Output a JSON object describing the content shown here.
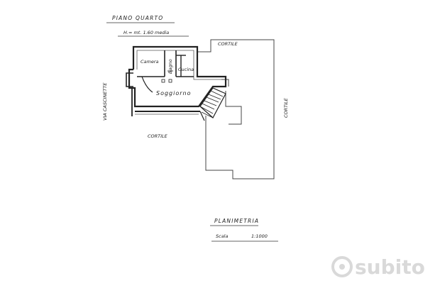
{
  "header": {
    "floor": "PIANO  QUARTO",
    "height": "H.= mt. 1.60  media"
  },
  "rooms": {
    "camera": "Camera",
    "bagno": "Bagno",
    "cucina": "Cucina",
    "soggiorno": "Soggiorno"
  },
  "surroundings": {
    "cortile_top": "CORTILE",
    "cortile_bottom": "CORTILE",
    "cortile_right": "CORTILE",
    "street": "VIA  CASCINETTE"
  },
  "footer": {
    "title": "PLANIMETRIA",
    "scale_label": "Scala",
    "scale_value": "1:1000"
  },
  "watermark": {
    "brand": "subito",
    "brand_color": "#d9d9d9",
    "icon": "subito-logo-icon"
  }
}
